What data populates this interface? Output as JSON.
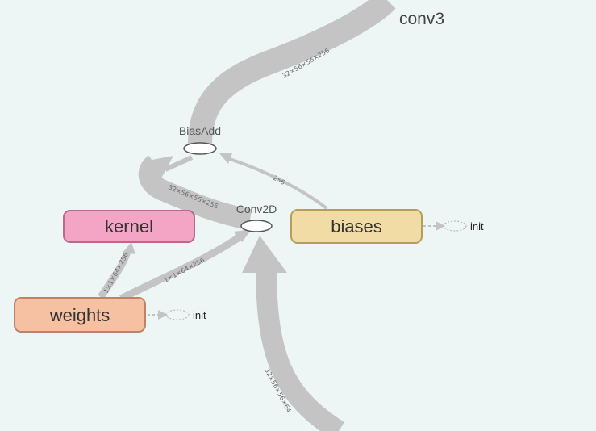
{
  "graph": {
    "title": "conv3",
    "ops": {
      "bias_add": "BiasAdd",
      "conv2d": "Conv2D"
    },
    "nodes": {
      "kernel": {
        "label": "kernel",
        "fill": "#f4a4c4",
        "stroke": "#b86a8a"
      },
      "weights": {
        "label": "weights",
        "fill": "#f6c0a2",
        "stroke": "#bb8466"
      },
      "biases": {
        "label": "biases",
        "fill": "#f1dca6",
        "stroke": "#b59d5c"
      }
    },
    "init_labels": {
      "weights": "init",
      "biases": "init"
    },
    "edges": {
      "biasadd_to_conv3": "32×56×56×256",
      "conv2d_to_biasadd": "32×56×56×256",
      "biases_to_biasadd": "256",
      "weights_to_kernel": "1×1×64×256",
      "weights_to_conv2d": "1×1×64×256",
      "input_to_conv2d": "32×56×56×64"
    },
    "colors": {
      "background": "#eef6f5",
      "edge": "#c4c4c4"
    }
  }
}
